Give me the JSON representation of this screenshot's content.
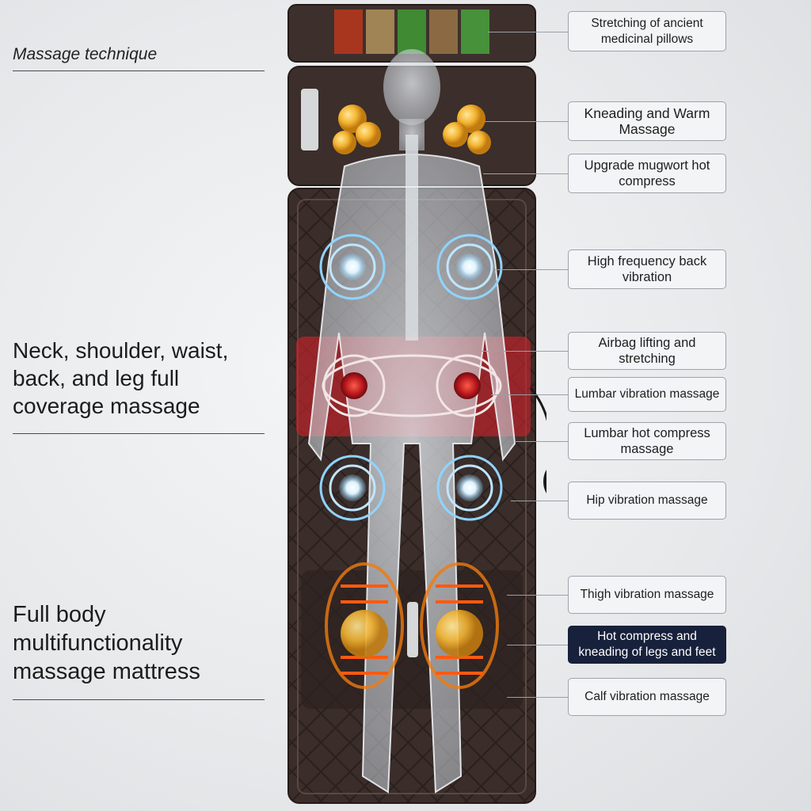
{
  "left": {
    "technique": "Massage technique",
    "coverage": "Neck, shoulder, waist, back, and leg full coverage massage",
    "fullbody": "Full body multifunctionality massage mattress"
  },
  "callouts": [
    {
      "text": "Stretching of ancient medicinal pillows"
    },
    {
      "text": "Kneading and Warm Massage"
    },
    {
      "text": "Upgrade mugwort hot compress"
    },
    {
      "text": "High frequency back vibration"
    },
    {
      "text": "Airbag lifting and stretching"
    },
    {
      "text": "Lumbar vibration massage"
    },
    {
      "text": "Lumbar hot compress massage"
    },
    {
      "text": "Hip vibration massage"
    },
    {
      "text": "Thigh vibration massage"
    },
    {
      "text": "Hot compress and kneading of legs and feet"
    },
    {
      "text": "Calf vibration massage"
    }
  ],
  "colors": {
    "mat": "#3b2e2b",
    "heat_red": "#d8262a",
    "heat_orange": "#f07a10",
    "vibration_blue": "#8fd4ff",
    "highlight_box": "#17213b"
  }
}
